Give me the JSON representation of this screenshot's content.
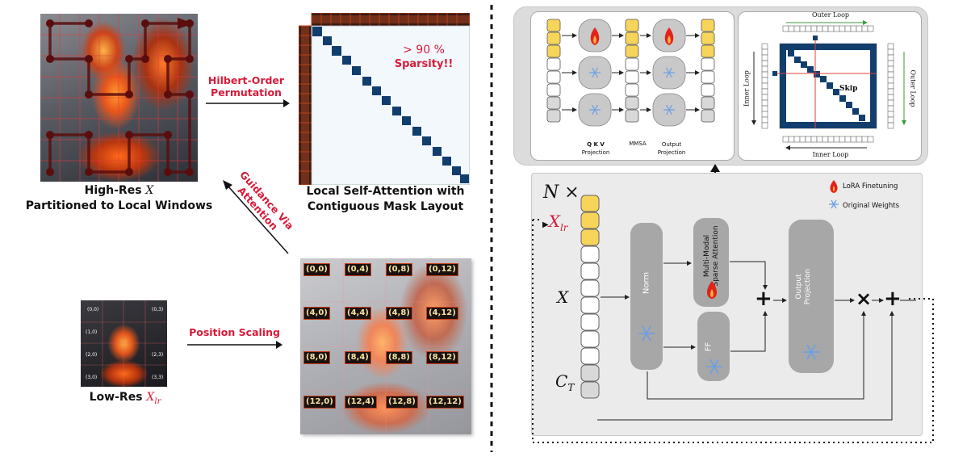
{
  "left": {
    "high_res_caption_line1": "High-Res",
    "high_res_caption_var": "X",
    "high_res_caption_line2": "Partitioned to Local Windows",
    "hilbert_label_line1": "Hilbert-Order",
    "hilbert_label_line2": "Permutation",
    "attention_caption_line1": "Local Self-Attention with",
    "attention_caption_line2": "Contiguous Mask Layout",
    "sparsity_label_line1": "> 90 %",
    "sparsity_label_line2": "Sparsity!!",
    "guidance_label_line1": "Guidance Via",
    "guidance_label_line2": "Attention",
    "position_scaling_label": "Position Scaling",
    "low_res_caption": "Low-Res",
    "low_res_var": "X",
    "low_res_sub": "lr",
    "low_res_grid_labels": [
      "(0,0)",
      "(0,3)",
      "(1,0)",
      "(2,0)",
      "(2,3)",
      "(3,0)",
      "(3,3)"
    ],
    "position_labels": [
      [
        "(0,0)",
        "(0,4)",
        "(0,8)",
        "(0,12)"
      ],
      [
        "(4,0)",
        "(4,4)",
        "(4,8)",
        "(4,12)"
      ],
      [
        "(8,0)",
        "(8,4)",
        "(8,8)",
        "(8,12)"
      ],
      [
        "(12,0)",
        "(12,4)",
        "(12,8)",
        "(12,12)"
      ]
    ]
  },
  "right": {
    "qkv_label_line1": "Q  K  V",
    "qkv_label_line2": "Projection",
    "mmsa_label": "MMSA",
    "output_label_line1": "Output",
    "output_label_line2": "Projection",
    "outer_loop_top": "Outer Loop",
    "outer_loop_right": "Outer Loop",
    "inner_loop_left": "Inner Loop",
    "inner_loop_bottom": "Inner Loop",
    "skip_label": "Skip",
    "n_times": "N",
    "times_symbol": "×",
    "x_lr_var": "X",
    "x_lr_sub": "lr",
    "x_var": "X",
    "ct_var": "C",
    "ct_sub": "T",
    "norm_label": "Norm",
    "mmsa_block_line1": "Multi-Modal",
    "mmsa_block_line2": "Sparse Attention",
    "ff_label": "FF",
    "output_block_line1": "Output",
    "output_block_line2": "Projection",
    "legend_lora": "LoRA Finetuning",
    "legend_original": "Original Weights",
    "plus_symbol": "+",
    "times_op_symbol": "×"
  },
  "colors": {
    "accent_red": "#d81b3a",
    "matrix_blue": "#0f3a6b",
    "token_yellow": "#f7d45a",
    "block_gray": "#a7a7a7",
    "panel_gray": "#ececec"
  }
}
